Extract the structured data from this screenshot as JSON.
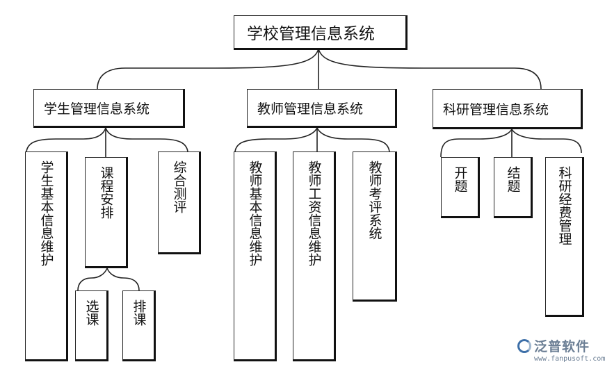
{
  "root": {
    "title": "学校管理信息系统"
  },
  "branches": [
    {
      "title": "学生管理信息系统",
      "children": [
        {
          "label": "学生基本信息维护"
        },
        {
          "label": "课程安排",
          "children": [
            {
              "label": "选课"
            },
            {
              "label": "排课"
            }
          ]
        },
        {
          "label": "综合测评"
        }
      ]
    },
    {
      "title": "教师管理信息系统",
      "children": [
        {
          "label": "教师基本信息维护"
        },
        {
          "label": "教师工资信息维护"
        },
        {
          "label": "教师考评系统"
        }
      ]
    },
    {
      "title": "科研管理信息系统",
      "children": [
        {
          "label": "开题"
        },
        {
          "label": "结题"
        },
        {
          "label": "科研经费管理"
        }
      ]
    }
  ],
  "watermark": {
    "name": "泛普软件",
    "url": "www.fanpusoft.com"
  }
}
